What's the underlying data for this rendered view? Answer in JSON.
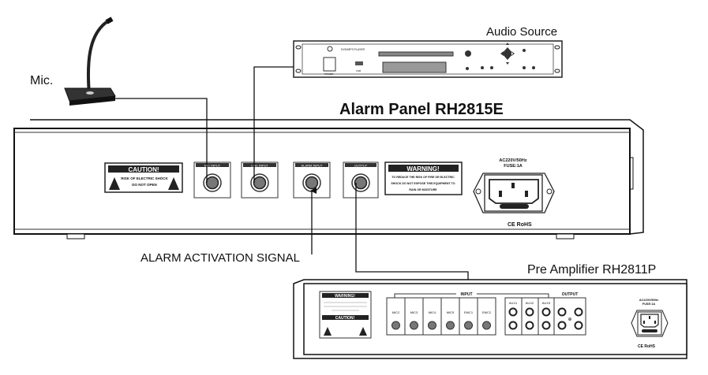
{
  "labels": {
    "mic": "Mic.",
    "audio_source": "Audio Source",
    "alarm_panel": "Alarm Panel RH2815E",
    "alarm_activation": "ALARM ACTIVATION  SIGNAL",
    "pre_amplifier": "Pre Amplifier RH2811P"
  },
  "audio_source_device": {
    "model": "DVD/MP3 PLAYER",
    "power": "POWER",
    "usb": "USB"
  },
  "alarm_panel": {
    "caution_title": "CAUTION!",
    "caution_line1": "RISK OF ELECTRIC SHOCK",
    "caution_line2": "DO NOT OPEN",
    "jacks": [
      "MIC INPUT",
      "LINE INPUT",
      "ALARM INPUT",
      "OUTPUT"
    ],
    "warning_title": "WARNING!",
    "warning_lines": [
      "TO REDUCE THE RISK OF FIRE OR ELECTRIC",
      "SHOCK DO NOT EXPOSE THIS EQUIPMENT TO",
      "RAIN OR MOISTURE"
    ],
    "power_line1": "AC220V/50Hz",
    "power_line2": "FUSE:1A",
    "cert": "CE RoHS"
  },
  "pre_amplifier": {
    "warning_title": "WARNING!",
    "caution_title": "CAUTION!",
    "input_label": "INPUT",
    "output_label": "OUTPUT",
    "inputs": [
      "MIC2",
      "MIC3",
      "MIC4",
      "MIC5",
      "EMC1",
      "EMC2"
    ],
    "aux": [
      "AUX1",
      "AUX2",
      "AUX3"
    ],
    "power_line1": "AC220V/50Hz",
    "power_line2": "FUSE:1A",
    "cert": "CE RoHS"
  }
}
